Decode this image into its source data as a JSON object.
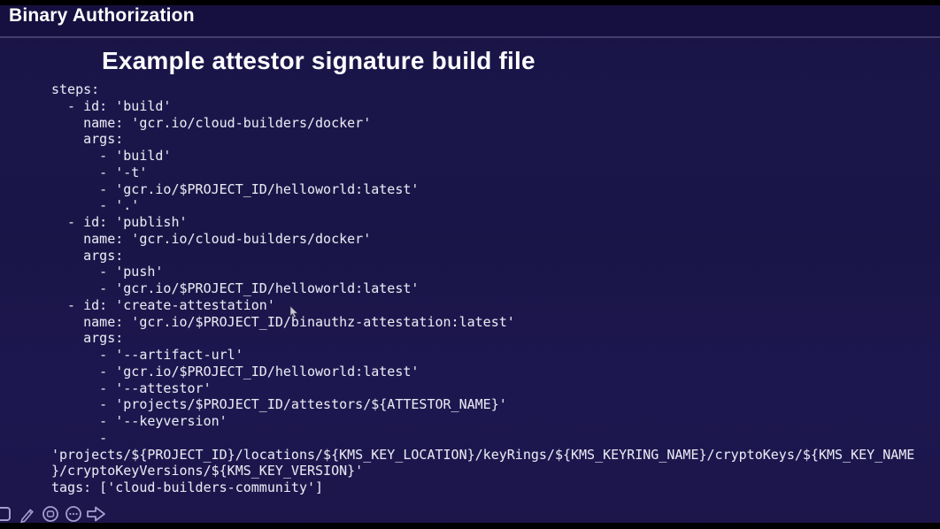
{
  "header": {
    "section_title": "Binary Authorization"
  },
  "slide": {
    "title": "Example attestor signature build file",
    "code_lines": [
      "steps:",
      "  - id: 'build'",
      "    name: 'gcr.io/cloud-builders/docker'",
      "    args:",
      "      - 'build'",
      "      - '-t'",
      "      - 'gcr.io/$PROJECT_ID/helloworld:latest'",
      "      - '.'",
      "  - id: 'publish'",
      "    name: 'gcr.io/cloud-builders/docker'",
      "    args:",
      "      - 'push'",
      "      - 'gcr.io/$PROJECT_ID/helloworld:latest'",
      "  - id: 'create-attestation'",
      "    name: 'gcr.io/$PROJECT_ID/binauthz-attestation:latest'",
      "    args:",
      "      - '--artifact-url'",
      "      - 'gcr.io/$PROJECT_ID/helloworld:latest'",
      "      - '--attestor'",
      "      - 'projects/$PROJECT_ID/attestors/${ATTESTOR_NAME}'",
      "      - '--keyversion'",
      "      -",
      "'projects/${PROJECT_ID}/locations/${KMS_KEY_LOCATION}/keyRings/${KMS_KEYRING_NAME}/cryptoKeys/${KMS_KEY_NAME",
      "}/cryptoKeyVersions/${KMS_KEY_VERSION}'",
      "tags: ['cloud-builders-community']"
    ]
  },
  "toolbar": {
    "tools": [
      "frame",
      "pencil",
      "shape",
      "more",
      "forward-arrow"
    ]
  },
  "colors": {
    "background": "#1b164a",
    "header_band": "#151040",
    "divider": "#514c78",
    "heading_text": "#ffffff",
    "code_text": "#e9e8f2",
    "toolbar_icon": "#a39dd0",
    "letterbox": "#000000"
  }
}
